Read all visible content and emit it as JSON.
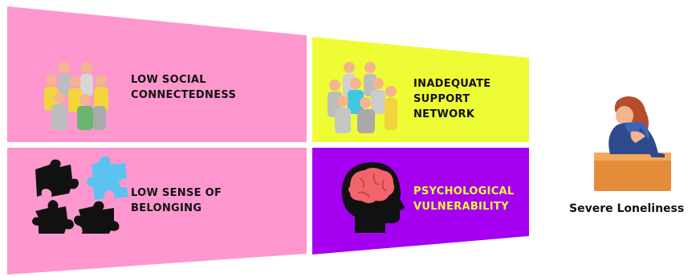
{
  "panels": [
    {
      "label": "LOW SOCIAL\nCONNECTEDNESS",
      "color": "#fd97cd",
      "text_color": "#111111",
      "icon": "group-of-people-icon"
    },
    {
      "label": "INADEQUATE\nSUPPORT\nNETWORK",
      "color": "#eefc35",
      "text_color": "#111111",
      "icon": "group-of-people-icon"
    },
    {
      "label": "LOW SENSE OF\nBELONGING",
      "color": "#fd97cd",
      "text_color": "#111111",
      "icon": "puzzle-pieces-icon"
    },
    {
      "label": "PSYCHOLOGICAL\nVULNERABILITY",
      "color": "#a500f2",
      "text_color": "#f1fc36",
      "icon": "head-brain-icon"
    }
  ],
  "outcome": {
    "label": "Severe Loneliness",
    "icon": "sitting-person-icon"
  }
}
